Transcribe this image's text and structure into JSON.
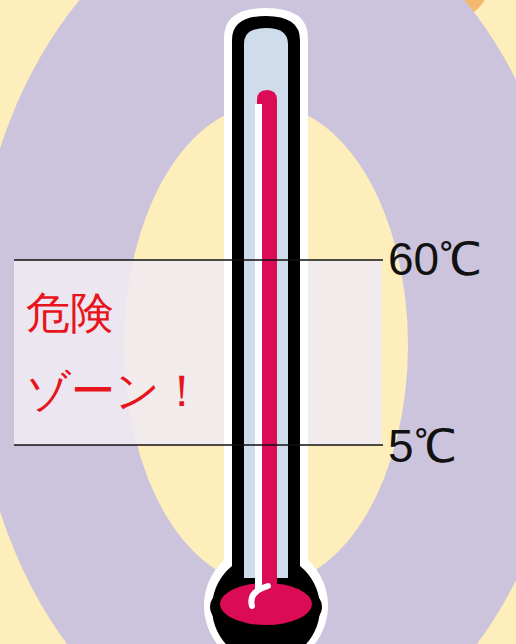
{
  "diagram": {
    "nodes": [
      {
        "text": [
          "危険 ゾーン！"
        ]
      }
    ],
    "labels": [
      "60℃",
      "5℃"
    ]
  }
}
